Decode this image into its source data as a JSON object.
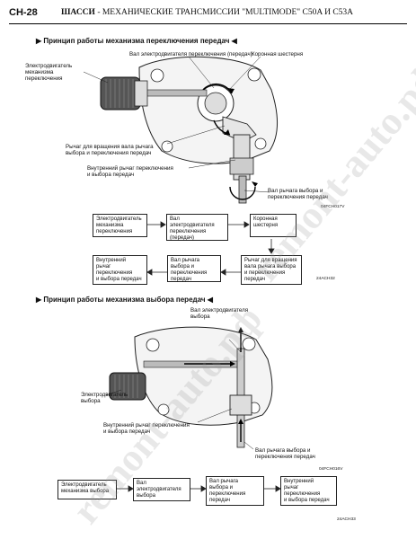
{
  "header": {
    "code": "CH-28",
    "title_bold": "ШАССИ",
    "title_rest": " - МЕХАНИЧЕСКИЕ ТРАНСМИССИИ \"MULTIMODE\" C50A И C53A"
  },
  "section1": {
    "title": "Принцип работы механизма переключения передач",
    "labels": {
      "shaft_motor": "Вал электродвигателя переключения (передач)",
      "crown_gear": "Коронная шестерня",
      "motor": "Электродвигатель\nмеханизма\nпереключения",
      "lever_rotate": "Рычаг для вращения вала рычага\nвыбора и переключения передач",
      "inner_lever": "Внутренний рычаг переключения\nи выбора передач",
      "shaft_lever": "Вал рычага выбора и\nпереключения передач"
    },
    "fig_id": "04FCH017V",
    "flow": [
      "Электродвигатель\nмеханизма\nпереключения",
      "Вал\nэлектродвигателя\nпереключения\n(передач)",
      "Коронная\nшестерня",
      "Рычаг для вращения\nвала рычага выбора\nи переключения\nпередач",
      "Вал рычага\nвыбора и\nпереключения\nпередач",
      "Внутренний\nрычаг\nпереключения\nи выбора передач"
    ],
    "flow_id": "24ACH32"
  },
  "section2": {
    "title": "Принцип работы механизма выбора передач",
    "labels": {
      "shaft_motor": "Вал электродвигателя\nвыбора",
      "motor": "Электродвигатель\nвыбора",
      "inner_lever": "Внутренний рычаг переключения\nи выбора передач",
      "shaft_lever": "Вал рычага выбора и\nпереключения передач"
    },
    "fig_id": "04FCH016V",
    "flow": [
      "Электродвигатель\nмеханизма выбора",
      "Вал\nэлектродвигателя\nвыбора",
      "Вал рычага\nвыбора и\nпереключения\nпередач",
      "Внутренний\nрычаг\nпереключения\nи выбора передач"
    ],
    "flow_id": "24ACH33"
  },
  "watermark": "remont-auto.рф"
}
